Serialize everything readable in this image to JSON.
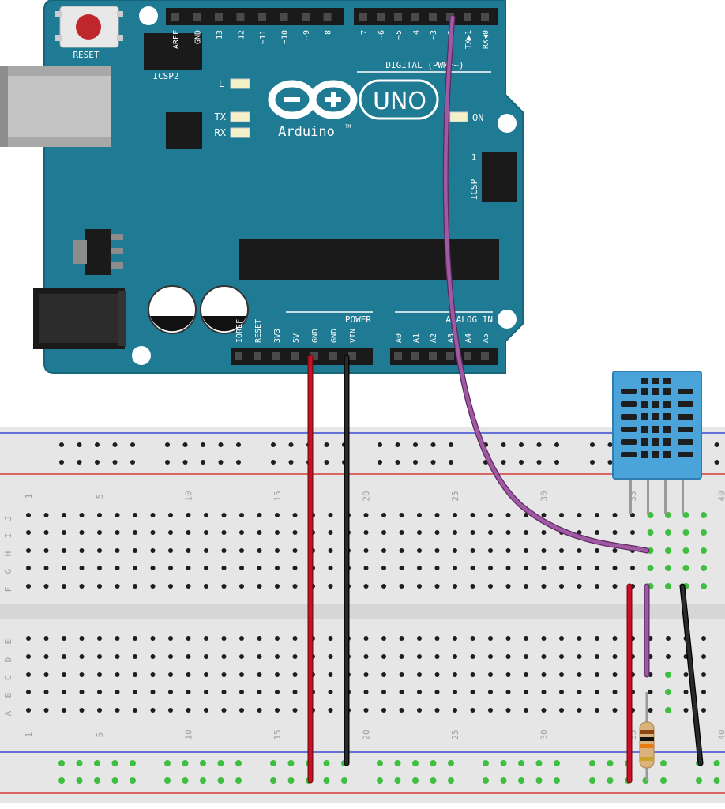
{
  "board": {
    "reset_label": "RESET",
    "icsp2_label": "ICSP2",
    "icsp_label": "ICSP",
    "icsp_pin1": "1",
    "led_l": "L",
    "led_tx": "TX",
    "led_rx": "RX",
    "led_on": "ON",
    "logo_text": "Arduino",
    "trademark": "TM",
    "model": "UNO",
    "digital_label": "DIGITAL (PWM=~)",
    "power_label": "POWER",
    "analog_label": "ANALOG IN",
    "digital_pins_high": [
      "AREF",
      "GND",
      "13",
      "12",
      "~11",
      "~10",
      "~9",
      "8"
    ],
    "digital_pins_low": [
      "7",
      "~6",
      "~5",
      "4",
      "~3",
      "2",
      "TX▶1",
      "RX◀0"
    ],
    "power_pins": [
      "IOREF",
      "RESET",
      "3V3",
      "5V",
      "GND",
      "GND",
      "VIN"
    ],
    "analog_pins": [
      "A0",
      "A1",
      "A2",
      "A3",
      "A4",
      "A5"
    ]
  },
  "breadboard": {
    "row_letters_top": [
      "J",
      "I",
      "H",
      "G",
      "F"
    ],
    "row_letters_bottom": [
      "E",
      "D",
      "C",
      "B",
      "A"
    ],
    "column_numbers_top": [
      "1",
      "5",
      "10",
      "15",
      "20",
      "25",
      "30",
      "35",
      "40"
    ],
    "column_numbers_bottom": [
      "1",
      "5",
      "10",
      "15",
      "20",
      "25",
      "30",
      "35",
      "40"
    ]
  },
  "colors": {
    "board": "#1f7a93",
    "wire_5v": "#c8102e",
    "wire_gnd": "#1a1a1a",
    "wire_data": "#9b4f9d",
    "sensor": "#4aa3d9",
    "breadboard": "#e6e6e6"
  }
}
